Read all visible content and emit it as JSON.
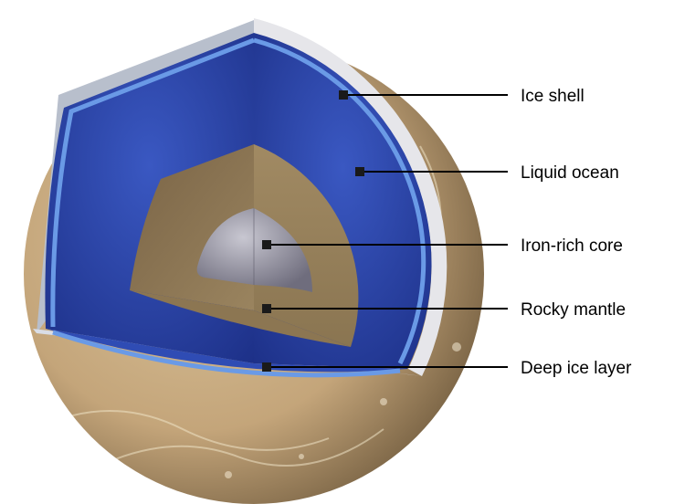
{
  "labels": {
    "ice_shell": "Ice shell",
    "liquid_ocean": "Liquid ocean",
    "iron_rich_core": "Iron-rich core",
    "rocky_mantle": "Rocky mantle",
    "deep_ice_layer": "Deep ice layer"
  },
  "colors": {
    "surface": "#c8ae84",
    "ice_shell": "#e6e6ea",
    "liquid_ocean": "#2c45a8",
    "ocean_band": "#6a9ae6",
    "rocky_mantle": "#85704e",
    "iron_rich_core": "#9a98a6",
    "leader_line": "#000000"
  }
}
